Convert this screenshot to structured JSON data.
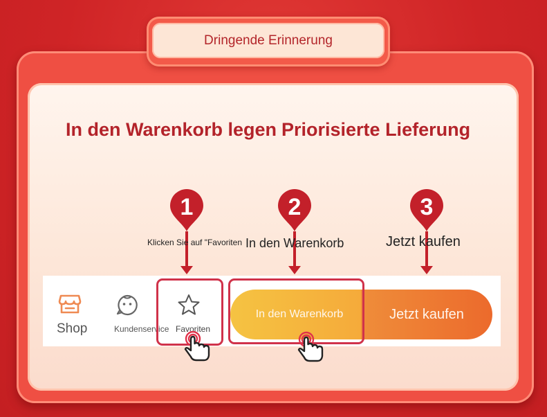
{
  "header": {
    "title": "Dringende Erinnerung"
  },
  "headline": {
    "left": "In den Warenkorb legen",
    "right": "Priorisierte Lieferung"
  },
  "steps": [
    {
      "number": "1",
      "label": "Klicken Sie auf \"Favoriten"
    },
    {
      "number": "2",
      "label": "In den Warenkorb"
    },
    {
      "number": "3",
      "label": "Jetzt kaufen"
    }
  ],
  "bottom_bar": {
    "shop_label": "Shop",
    "service_label": "Kundenservice",
    "favorites_label": "Favoriten",
    "cart_button_label": "In den Warenkorb",
    "buy_button_label": "Jetzt kaufen"
  },
  "colors": {
    "background": "#d42a2a",
    "headline": "#b3232a",
    "marker": "#c3202a",
    "cart_button": "#f5b63e",
    "buy_button": "#ec6f2e",
    "highlight": "#d0324a"
  },
  "icons": [
    "shop-icon",
    "chat-face-icon",
    "star-icon",
    "pointer-hand-icon"
  ]
}
